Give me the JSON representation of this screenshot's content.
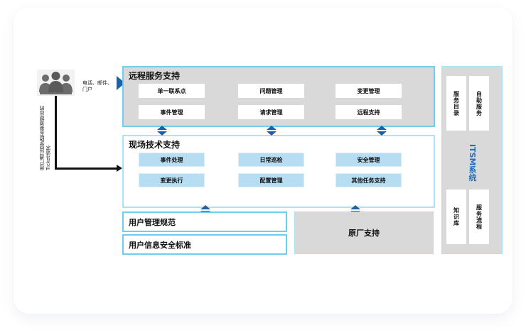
{
  "user": {
    "icon": "people-group-icon",
    "channels_label": "电话、邮件、门户",
    "request_label": "用户通过固定联系渠道提出的Ticket请求"
  },
  "remote_support": {
    "title": "远程服务支持",
    "items": [
      "单一联系点",
      "问题管理",
      "变更管理",
      "事件管理",
      "请求管理",
      "远程支持"
    ]
  },
  "onsite_support": {
    "title": "现场技术支持",
    "items": [
      "事件处理",
      "日常巡检",
      "安全管理",
      "变更执行",
      "配置管理",
      "其他任务支持"
    ]
  },
  "user_standards": {
    "items": [
      "用户管理规范",
      "用户信息安全标准"
    ]
  },
  "vendor_support": {
    "label": "原厂支持"
  },
  "itsm": {
    "title": "ITSM系统",
    "items": [
      "自助服务",
      "服务目录",
      "服务流程",
      "知识库"
    ]
  },
  "colors": {
    "accent_blue": "#1f5fa6",
    "border_cyan": "#6fcdee",
    "tile_blue": "#b7ddf2",
    "panel_gray": "#d9d9d9",
    "itsm_title": "#1f6fc6"
  }
}
